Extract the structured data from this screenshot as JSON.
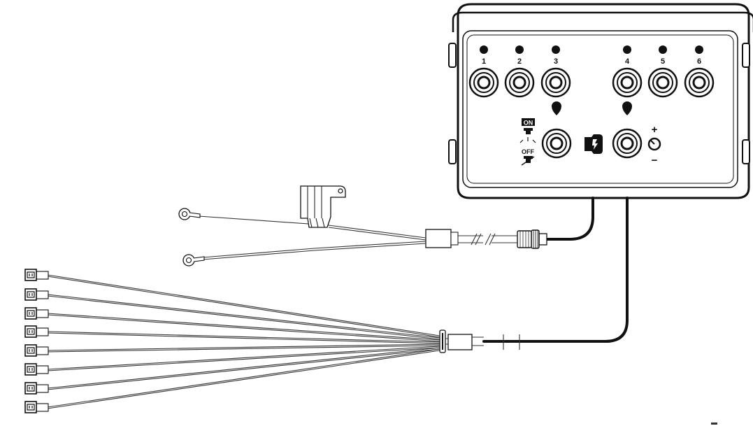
{
  "controller": {
    "switch_labels": [
      "1",
      "2",
      "3",
      "4",
      "5",
      "6"
    ],
    "on_label": "ON",
    "off_label": "OFF",
    "plus_label": "+",
    "minus_label": "−"
  },
  "colors": {
    "housing": "#1e1e1e",
    "panel": "#ffffff",
    "line": "#111111",
    "wire": "#333333"
  },
  "icons": {
    "on_off": "lamp-on-off-icon",
    "brightness": "brightness-dial-icon",
    "connector": "connector-icon"
  }
}
